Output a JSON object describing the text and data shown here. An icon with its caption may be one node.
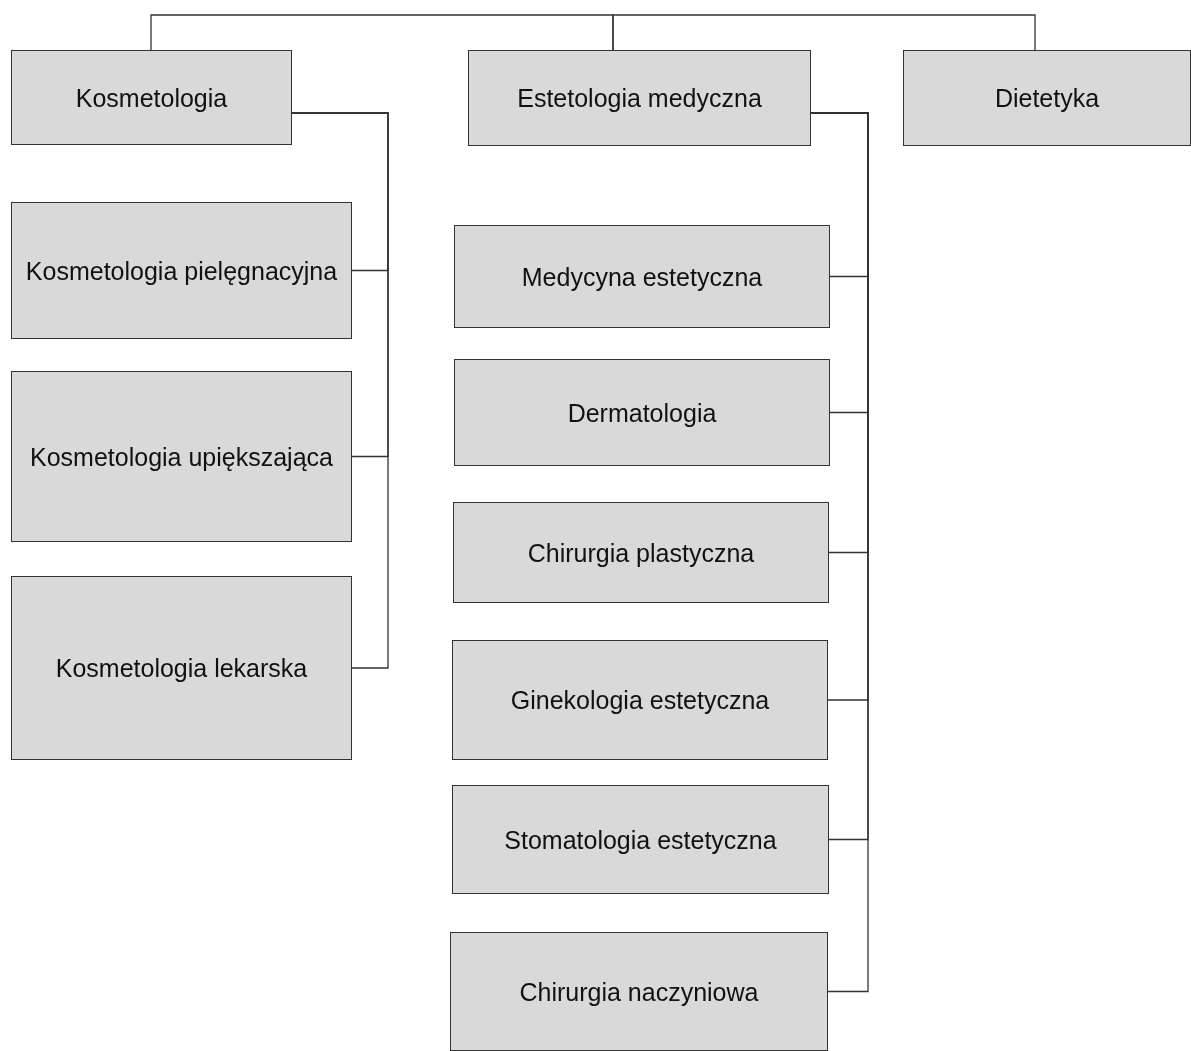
{
  "diagram": {
    "nodes": [
      {
        "text": [
          "Kosmetologia"
        ]
      },
      {
        "text": [
          "Estetologia medyczna"
        ]
      },
      {
        "text": [
          "Dietetyka"
        ]
      },
      {
        "text": [
          "Kosmetologia pielęgnacyjna"
        ]
      },
      {
        "text": [
          "Kosmetologia upiększająca"
        ]
      },
      {
        "text": [
          "Kosmetologia lekarska"
        ]
      },
      {
        "text": [
          "Medycyna estetyczna"
        ]
      },
      {
        "text": [
          "Dermatologia"
        ]
      },
      {
        "text": [
          "Chirurgia plastyczna"
        ]
      },
      {
        "text": [
          "Ginekologia estetyczna"
        ]
      },
      {
        "text": [
          "Stomatologia estetyczna"
        ]
      },
      {
        "text": [
          "Chirurgia naczyniowa"
        ]
      }
    ],
    "edges": [
      {
        "from": 0,
        "to": 1,
        "arrow": "none"
      },
      {
        "from": 1,
        "to": 2,
        "arrow": "none"
      },
      {
        "from": 0,
        "to": 3,
        "arrow": "none"
      },
      {
        "from": 0,
        "to": 4,
        "arrow": "none"
      },
      {
        "from": 0,
        "to": 5,
        "arrow": "none"
      },
      {
        "from": 1,
        "to": 6,
        "arrow": "none"
      },
      {
        "from": 1,
        "to": 7,
        "arrow": "none"
      },
      {
        "from": 1,
        "to": 8,
        "arrow": "none"
      },
      {
        "from": 1,
        "to": 9,
        "arrow": "none"
      },
      {
        "from": 1,
        "to": 10,
        "arrow": "none"
      },
      {
        "from": 1,
        "to": 11,
        "arrow": "none"
      }
    ]
  }
}
